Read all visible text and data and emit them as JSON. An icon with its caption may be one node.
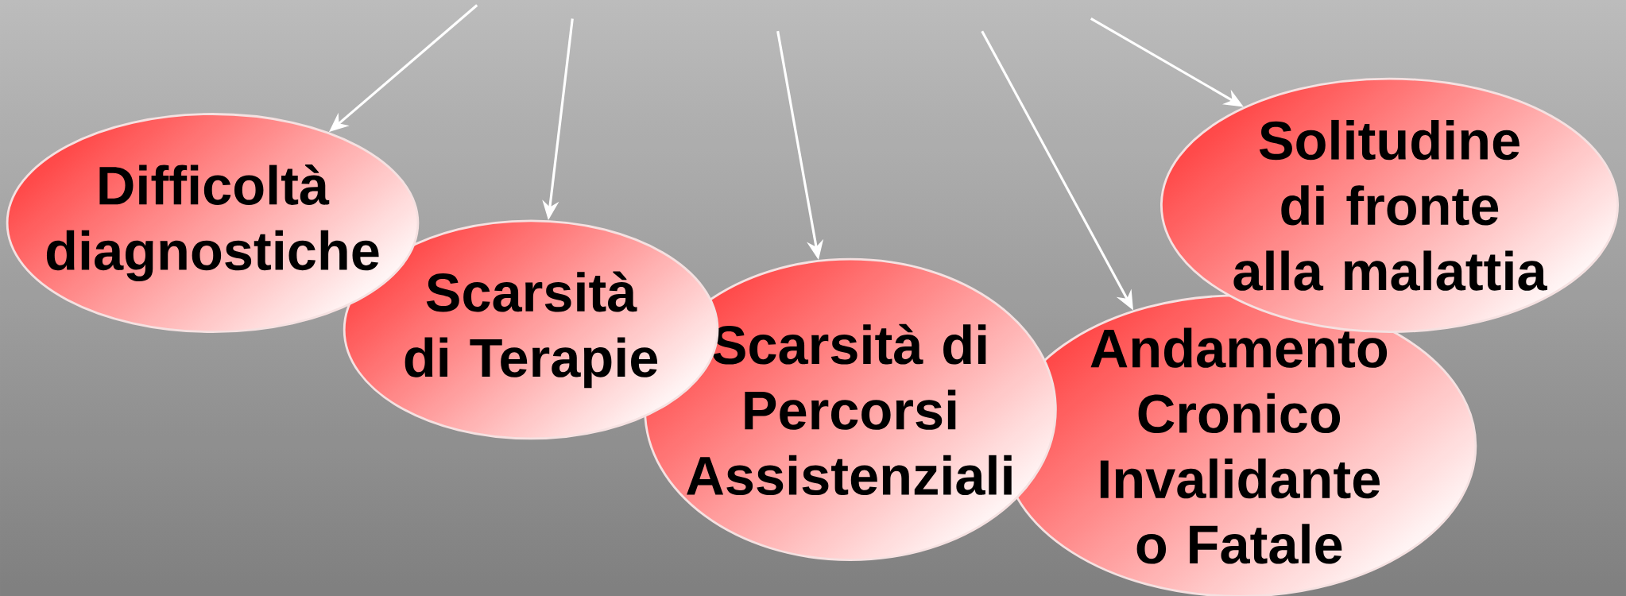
{
  "diagram": {
    "nodes": [
      {
        "text": [
          "Difficoltà diagnostiche"
        ]
      },
      {
        "text": [
          "Scarsità di Terapie"
        ]
      },
      {
        "text": [
          "Scarsità di Percorsi Assistenziali"
        ]
      },
      {
        "text": [
          "Andamento Cronico Invalidante o Fatale"
        ]
      },
      {
        "text": [
          "Solitudine di fronte alla malattia"
        ]
      }
    ],
    "edges": [
      {
        "from": null,
        "to": 0,
        "arrow": "to"
      },
      {
        "from": null,
        "to": 1,
        "arrow": "to"
      },
      {
        "from": null,
        "to": 2,
        "arrow": "to"
      },
      {
        "from": null,
        "to": 3,
        "arrow": "to"
      },
      {
        "from": null,
        "to": 4,
        "arrow": "to"
      }
    ]
  }
}
